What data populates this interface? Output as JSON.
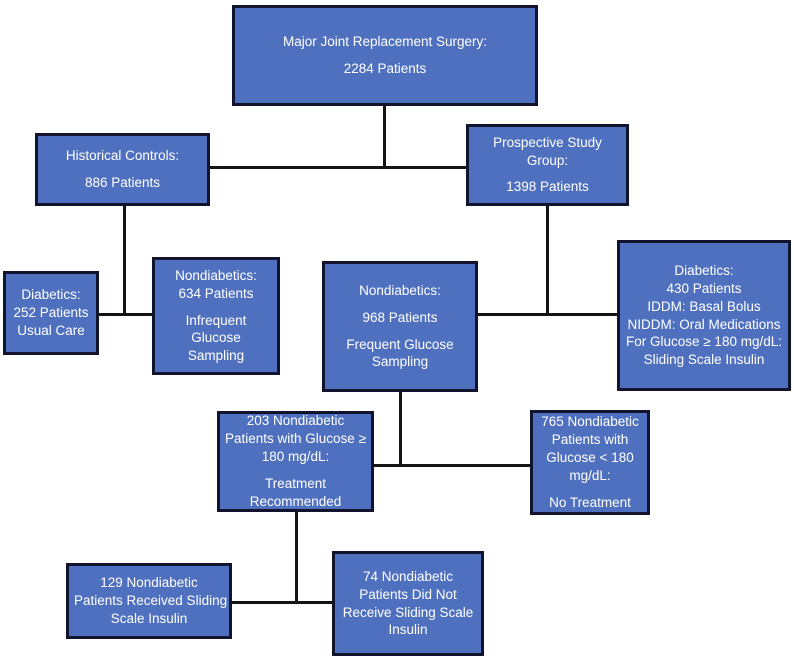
{
  "diagram": {
    "title": "Major Joint Replacement Surgery Glycemic Management Flowchart",
    "colors": {
      "node_fill": "#4f70bf",
      "node_border": "#12142e",
      "node_text": "#ffffff",
      "edge": "#141414",
      "background": "#ffffff"
    },
    "nodes": [
      {
        "id": "total-cohort",
        "lines": [
          "Major Joint Replacement Surgery:",
          "2284 Patients"
        ]
      },
      {
        "id": "historical-controls",
        "lines": [
          "Historical Controls:",
          "886 Patients"
        ]
      },
      {
        "id": "prospective-study-group",
        "lines": [
          "Prospective Study",
          "Group:",
          "1398 Patients"
        ]
      },
      {
        "id": "historical-diabetics",
        "lines": [
          "Diabetics:",
          "252 Patients",
          "Usual Care"
        ]
      },
      {
        "id": "historical-nondiabetics",
        "lines": [
          "Nondiabetics:",
          "634 Patients",
          "Infrequent",
          "Glucose",
          "Sampling"
        ]
      },
      {
        "id": "prospective-nondiabetics",
        "lines": [
          "Nondiabetics:",
          "968 Patients",
          "Frequent Glucose",
          "Sampling"
        ]
      },
      {
        "id": "prospective-diabetics",
        "lines": [
          "Diabetics:",
          "430 Patients",
          "IDDM: Basal Bolus",
          "NIDDM: Oral Medications",
          "For Glucose ≥ 180 mg/dL:",
          "Sliding Scale Insulin"
        ]
      },
      {
        "id": "glucose-high-treatment-recommended",
        "lines": [
          "203 Nondiabetic",
          "Patients with Glucose ≥",
          "180 mg/dL:",
          "Treatment",
          "Recommended"
        ]
      },
      {
        "id": "glucose-low-no-treatment",
        "lines": [
          "765 Nondiabetic",
          "Patients with",
          "Glucose < 180",
          "mg/dL:",
          "No Treatment"
        ]
      },
      {
        "id": "received-sliding-scale-insulin",
        "lines": [
          "129 Nondiabetic",
          "Patients Received Sliding",
          "Scale Insulin"
        ]
      },
      {
        "id": "not-received-sliding-scale-insulin",
        "lines": [
          "74 Nondiabetic",
          "Patients Did Not",
          "Receive Sliding Scale",
          "Insulin"
        ]
      }
    ]
  }
}
